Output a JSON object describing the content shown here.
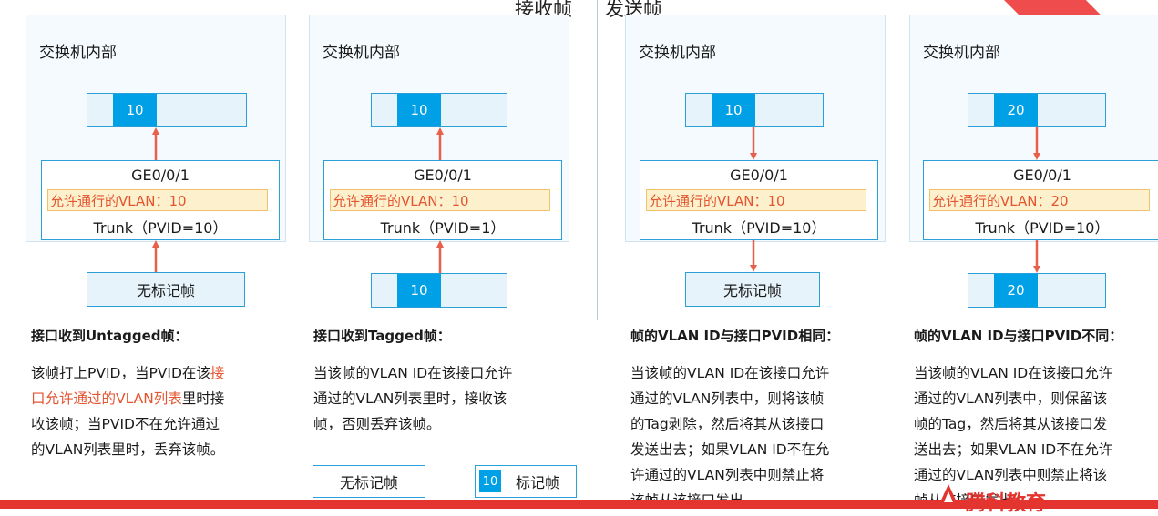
{
  "header": {
    "receive": "接收帧",
    "send": "发送帧"
  },
  "panels": [
    {
      "title": "交换机内部",
      "top_tag": "10",
      "port": "GE0/0/1",
      "allow": "允许通行的VLAN：10",
      "trunk": "Trunk（PVID=10）",
      "bottom_label": "无标记帧",
      "bottom_tag": ""
    },
    {
      "title": "交换机内部",
      "top_tag": "10",
      "port": "GE0/0/1",
      "allow": "允许通行的VLAN：10",
      "trunk": "Trunk（PVID=1）",
      "bottom_label": "",
      "bottom_tag": "10"
    },
    {
      "title": "交换机内部",
      "top_tag": "10",
      "port": "GE0/0/1",
      "allow": "允许通行的VLAN：10",
      "trunk": "Trunk（PVID=10）",
      "bottom_label": "无标记帧",
      "bottom_tag": ""
    },
    {
      "title": "交换机内部",
      "top_tag": "20",
      "port": "GE0/0/1",
      "allow": "允许通行的VLAN：20",
      "trunk": "Trunk（PVID=10）",
      "bottom_label": "",
      "bottom_tag": "20"
    }
  ],
  "descriptions": [
    {
      "heading": "接口收到Untagged帧：",
      "lines": [
        {
          "pre": "该帧打上PVID，当PVID在该",
          "hl": "接"
        },
        {
          "pre": "",
          "hl": "口允许通过的VLAN列表",
          "post": "里时接"
        },
        {
          "pre": "收该帧；当PVID不在允许通过"
        },
        {
          "pre": "的VLAN列表里时，丢弃该帧。"
        }
      ]
    },
    {
      "heading": "接口收到Tagged帧：",
      "lines": [
        {
          "pre": "当该帧的VLAN ID在该接口允许"
        },
        {
          "pre": "通过的VLAN列表里时，接收该"
        },
        {
          "pre": "帧，否则丢弃该帧。"
        }
      ]
    },
    {
      "heading": "帧的VLAN ID与接口PVID相同：",
      "lines": [
        {
          "pre": "当该帧的VLAN ID在该接口允许"
        },
        {
          "pre": "通过的VLAN列表中，则将该帧"
        },
        {
          "pre": "的Tag剥除，然后将其从该接口"
        },
        {
          "pre": "发送出去；如果VLAN ID不在允"
        },
        {
          "pre": "许通过的VLAN列表中则禁止将"
        },
        {
          "pre": "该帧从该接口发出。"
        }
      ]
    },
    {
      "heading": "帧的VLAN ID与接口PVID不同：",
      "lines": [
        {
          "pre": "当该帧的VLAN ID在该接口允许"
        },
        {
          "pre": "通过的VLAN列表中，则保留该"
        },
        {
          "pre": "帧的Tag，然后将其从该接口发"
        },
        {
          "pre": "送出去；如果VLAN ID不在允许"
        },
        {
          "pre": "通过的VLAN列表中则禁止将该"
        },
        {
          "pre": "帧从该接口发出。"
        }
      ]
    }
  ],
  "legend": {
    "untagged": "无标记帧",
    "tag_value": "10",
    "tagged": "标记帧"
  },
  "brand": {
    "name": "腾科教育"
  },
  "colors": {
    "accent": "#00a0e6",
    "arrow": "#e8604c",
    "highlight": "#e3542f"
  }
}
